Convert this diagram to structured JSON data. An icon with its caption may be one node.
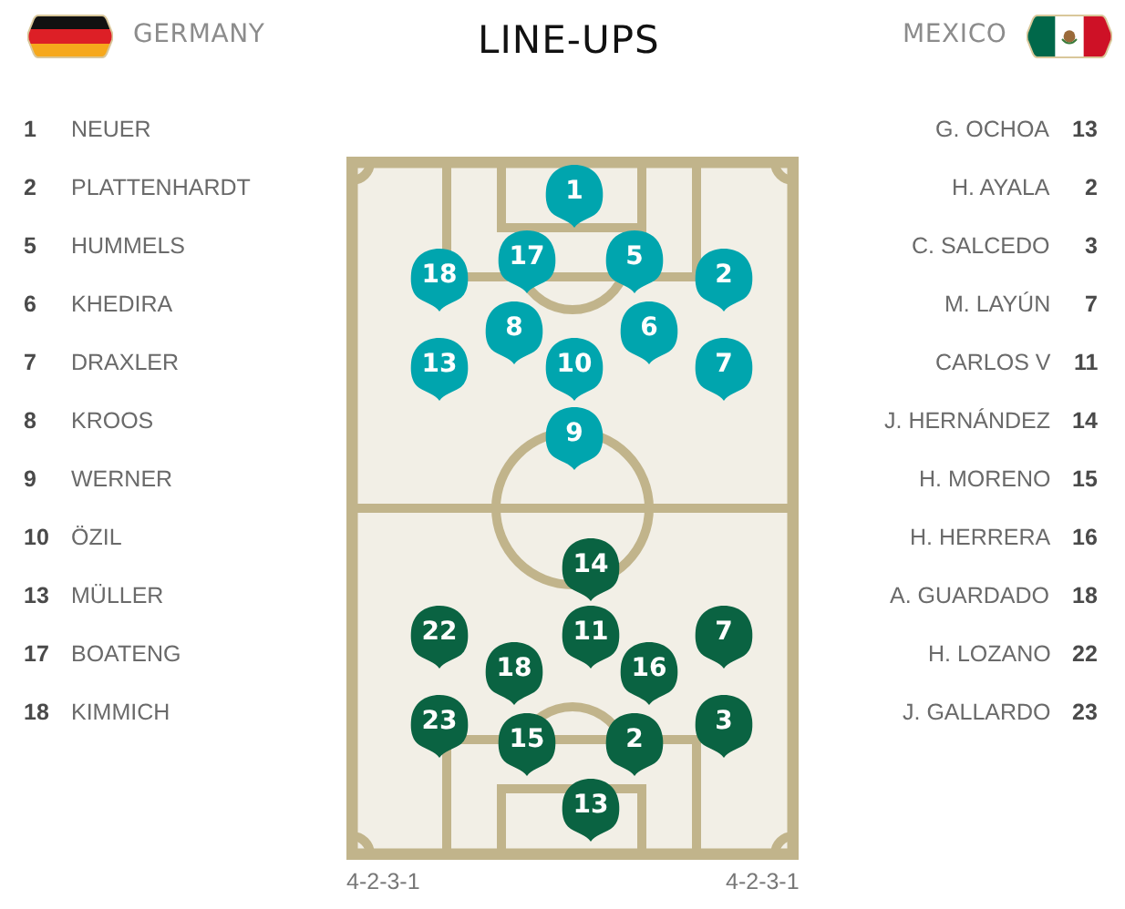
{
  "diagram": {
    "title": "LINE-UPS",
    "nodes": [
      {
        "text": [
          "1"
        ]
      },
      {
        "text": [
          "17"
        ]
      },
      {
        "text": [
          "5"
        ]
      },
      {
        "text": [
          "18"
        ]
      },
      {
        "text": [
          "2"
        ]
      },
      {
        "text": [
          "8"
        ]
      },
      {
        "text": [
          "6"
        ]
      },
      {
        "text": [
          "13"
        ]
      },
      {
        "text": [
          "10"
        ]
      },
      {
        "text": [
          "7"
        ]
      },
      {
        "text": [
          "9"
        ]
      },
      {
        "text": [
          "14"
        ]
      },
      {
        "text": [
          "22"
        ]
      },
      {
        "text": [
          "11"
        ]
      },
      {
        "text": [
          "7"
        ]
      },
      {
        "text": [
          "18"
        ]
      },
      {
        "text": [
          "16"
        ]
      },
      {
        "text": [
          "23"
        ]
      },
      {
        "text": [
          "3"
        ]
      },
      {
        "text": [
          "15"
        ]
      },
      {
        "text": [
          "2"
        ]
      },
      {
        "text": [
          "13"
        ]
      }
    ],
    "labels": [
      "GERMANY",
      "MEXICO",
      "1",
      "NEUER",
      "G. OCHOA",
      "13",
      "2",
      "PLATTENHARDT",
      "H. AYALA",
      "2",
      "5",
      "HUMMELS",
      "C. SALCEDO",
      "3",
      "6",
      "KHEDIRA",
      "M. LAYÚN",
      "7",
      "7",
      "DRAXLER",
      "CARLOS V",
      "11",
      "8",
      "KROOS",
      "J. HERNÁNDEZ",
      "14",
      "9",
      "WERNER",
      "H. MORENO",
      "15",
      "10",
      "ÖZIL",
      "H. HERRERA",
      "16",
      "13",
      "MÜLLER",
      "A. GUARDADO",
      "18",
      "17",
      "BOATENG",
      "H. LOZANO",
      "22",
      "18",
      "KIMMICH",
      "J. GALLARDO",
      "23",
      "4-2-3-1",
      "4-2-3-1"
    ]
  }
}
